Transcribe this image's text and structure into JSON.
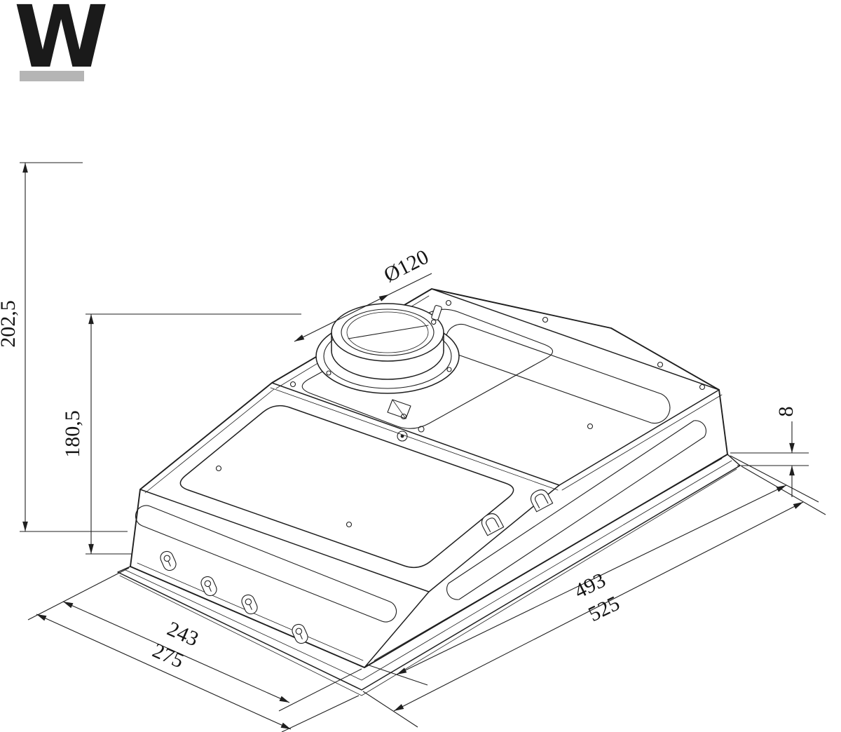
{
  "brand": {
    "logo_letter": "W",
    "logo_color": "#1a1a1a",
    "underline_color": "#b5b5b5"
  },
  "drawing": {
    "line_color": "#1f1f1f",
    "background": "#ffffff",
    "labels": {
      "total_height": "202,5",
      "body_height": "180,5",
      "duct_diameter": "Ø120",
      "rim_height": "8",
      "inner_length": "493",
      "overall_length": "525",
      "inner_depth": "243",
      "overall_depth": "275"
    }
  }
}
